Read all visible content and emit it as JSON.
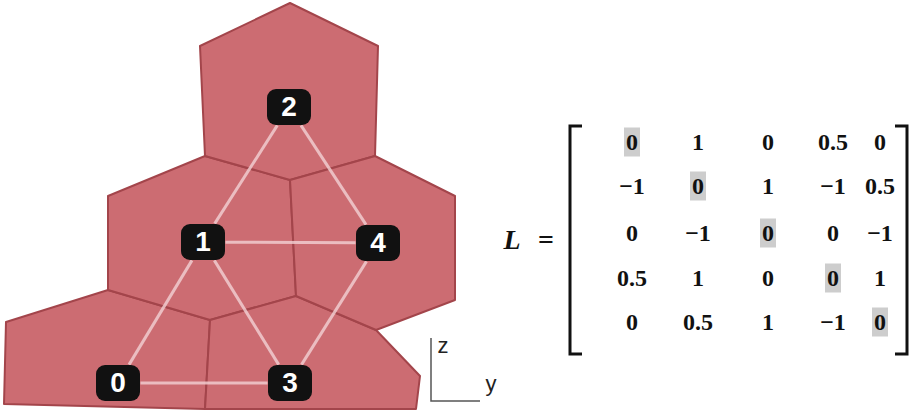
{
  "diagram": {
    "nodes": [
      {
        "text": [
          "0"
        ]
      },
      {
        "text": [
          "1"
        ]
      },
      {
        "text": [
          "2"
        ]
      },
      {
        "text": [
          "3"
        ]
      },
      {
        "text": [
          "4"
        ]
      }
    ],
    "edges": [
      {
        "from": 0,
        "to": 1,
        "arrow": "none"
      },
      {
        "from": 0,
        "to": 3,
        "arrow": "none"
      },
      {
        "from": 1,
        "to": 2,
        "arrow": "none"
      },
      {
        "from": 1,
        "to": 3,
        "arrow": "none"
      },
      {
        "from": 1,
        "to": 4,
        "arrow": "none"
      },
      {
        "from": 2,
        "to": 4,
        "arrow": "none"
      },
      {
        "from": 3,
        "to": 4,
        "arrow": "none"
      }
    ],
    "labels": [
      "z",
      "y",
      "L",
      "=",
      "0",
      "1",
      "0",
      "0.5",
      "0",
      "−1",
      "0",
      "1",
      "−1",
      "0.5",
      "0",
      "−1",
      "0",
      "0",
      "−1",
      "0.5",
      "1",
      "0",
      "0",
      "1",
      "0",
      "0.5",
      "1",
      "−1",
      "0"
    ]
  }
}
